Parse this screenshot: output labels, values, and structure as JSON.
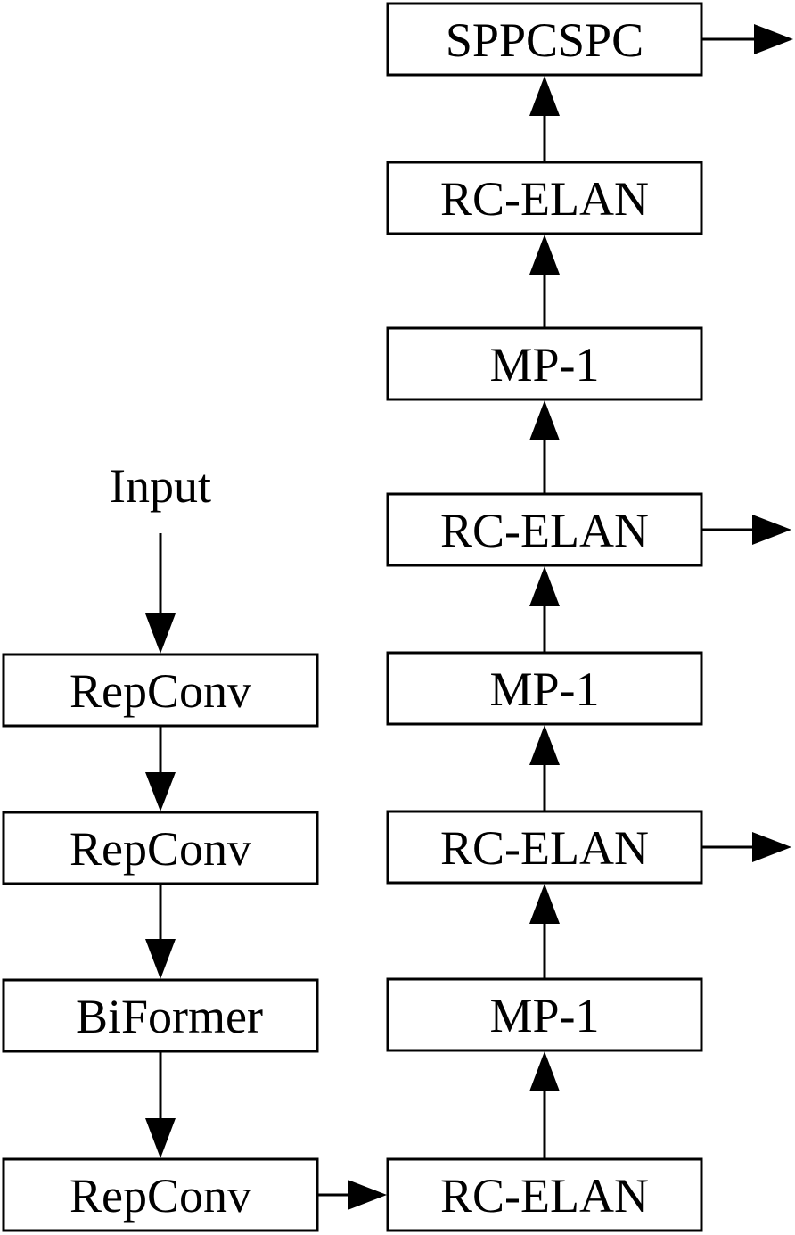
{
  "input_label": "Input",
  "left_column": [
    {
      "label": "RepConv"
    },
    {
      "label": "RepConv"
    },
    {
      "label": "BiFormer"
    },
    {
      "label": "RepConv"
    }
  ],
  "right_column": [
    {
      "label": "SPPCSPC"
    },
    {
      "label": "RC-ELAN"
    },
    {
      "label": "MP-1"
    },
    {
      "label": "RC-ELAN"
    },
    {
      "label": "MP-1"
    },
    {
      "label": "RC-ELAN"
    },
    {
      "label": "MP-1"
    },
    {
      "label": "RC-ELAN"
    }
  ]
}
